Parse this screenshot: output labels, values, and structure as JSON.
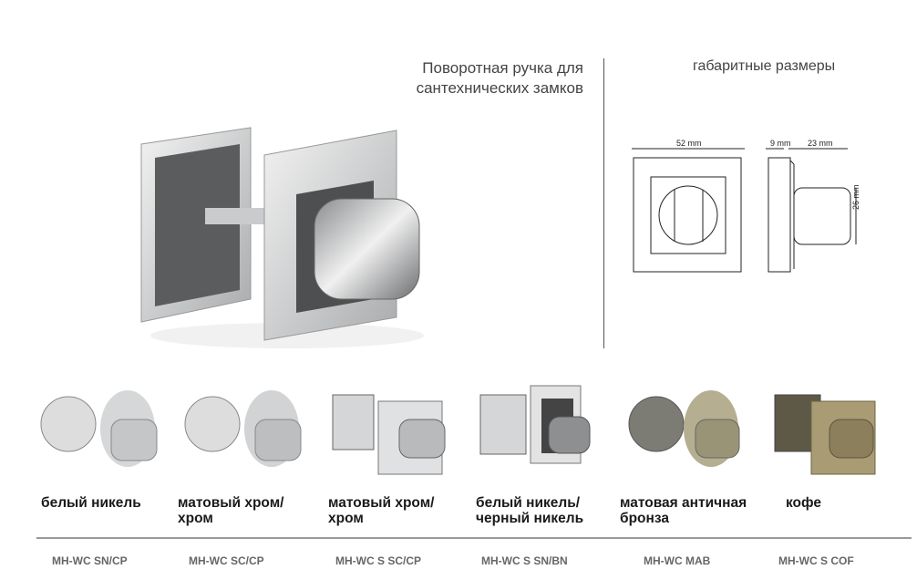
{
  "title_lines": [
    "Поворотная ручка для",
    "сантехнических замков"
  ],
  "dimensions": {
    "title": "габаритные размеры",
    "width": "52 mm",
    "base_depth": "9 mm",
    "knob_depth": "23 mm",
    "knob_height": "26 mm"
  },
  "variants": [
    {
      "label": "белый никель",
      "code": "MH-WC SN/CP",
      "color": "#c9cbcc"
    },
    {
      "label": "матовый хром/ хром",
      "code": "MH-WC SC/CP",
      "color": "#bfc1c2"
    },
    {
      "label": "матовый хром/ хром",
      "code": "MH-WC S SC/CP",
      "color": "#b8babb"
    },
    {
      "label": "белый никель/ черный никель",
      "code": "MH-WC S SN/BN",
      "color": "#8d8f90"
    },
    {
      "label": "матовая античная бронза",
      "code": "MH-WC MAB",
      "color": "#9a9477"
    },
    {
      "label": "кофе",
      "code": "MH-WC S COF",
      "color": "#8c7f5c"
    }
  ]
}
